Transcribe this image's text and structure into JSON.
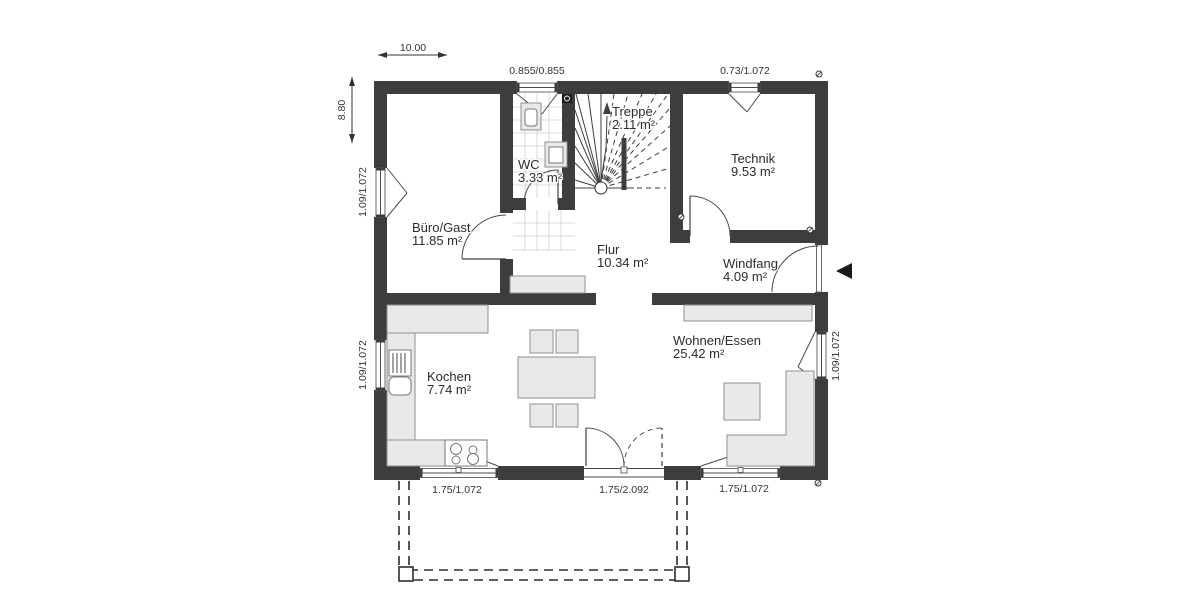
{
  "colors": {
    "wall": "#3d3d3d",
    "furniture_fill": "#e9e9e9",
    "furniture_stroke": "#8f8f8f",
    "text": "#2d2d2d"
  },
  "rooms": [
    {
      "name": "Büro/Gast",
      "area": "11.85 m²"
    },
    {
      "name": "WC",
      "area": "3.33 m²"
    },
    {
      "name": "Treppe",
      "area": "2.11 m²"
    },
    {
      "name": "Technik",
      "area": "9.53 m²"
    },
    {
      "name": "Flur",
      "area": "10.34 m²"
    },
    {
      "name": "Windfang",
      "area": "4.09 m²"
    },
    {
      "name": "Kochen",
      "area": "7.74 m²"
    },
    {
      "name": "Wohnen/Essen",
      "area": "25.42 m²"
    }
  ],
  "dimensions": {
    "plan_width": "10.00",
    "plan_height": "8.80"
  },
  "openings": {
    "top_wc_window": "0.855/0.855",
    "top_technik_window": "0.73/1.072",
    "left_buero_window": "1.09/1.072",
    "left_kochen_window": "1.09/1.072",
    "right_wohnen_window": "1.09/1.072",
    "bottom_kochen_window": "1.75/1.072",
    "bottom_terrace_door": "1.75/2.092",
    "bottom_wohnen_window": "1.75/1.072"
  },
  "icons": {
    "entrance_arrow": "left-pointing-triangle"
  }
}
